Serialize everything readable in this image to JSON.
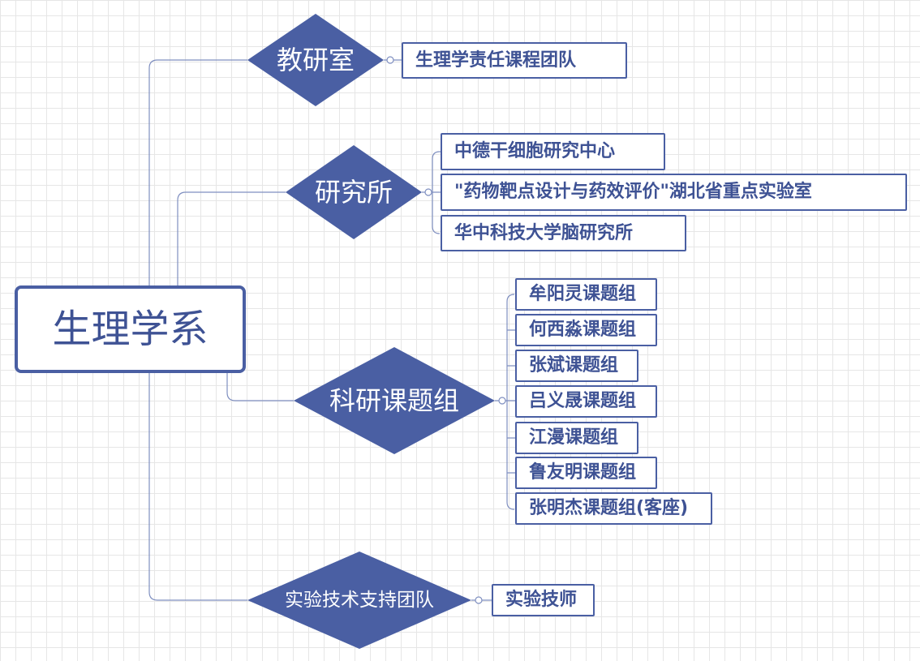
{
  "root": {
    "label": "生理学系"
  },
  "branches": [
    {
      "label": "教研室",
      "children": [
        "生理学责任课程团队"
      ]
    },
    {
      "label": "研究所",
      "children": [
        "中德干细胞研究中心",
        "\"药物靶点设计与药效评价\"湖北省重点实验室",
        "华中科技大学脑研究所"
      ]
    },
    {
      "label": "科研课题组",
      "children": [
        "牟阳灵课题组",
        "何西淼课题组",
        "张斌课题组",
        "吕义晟课题组",
        "江漫课题组",
        "鲁友明课题组",
        "张明杰课题组(客座)"
      ]
    },
    {
      "label": "实验技术支持团队",
      "children": [
        "实验技师"
      ]
    }
  ],
  "colors": {
    "accent": "#4a5fa3",
    "text": "#3e5294",
    "line": "#7f8fc0"
  }
}
